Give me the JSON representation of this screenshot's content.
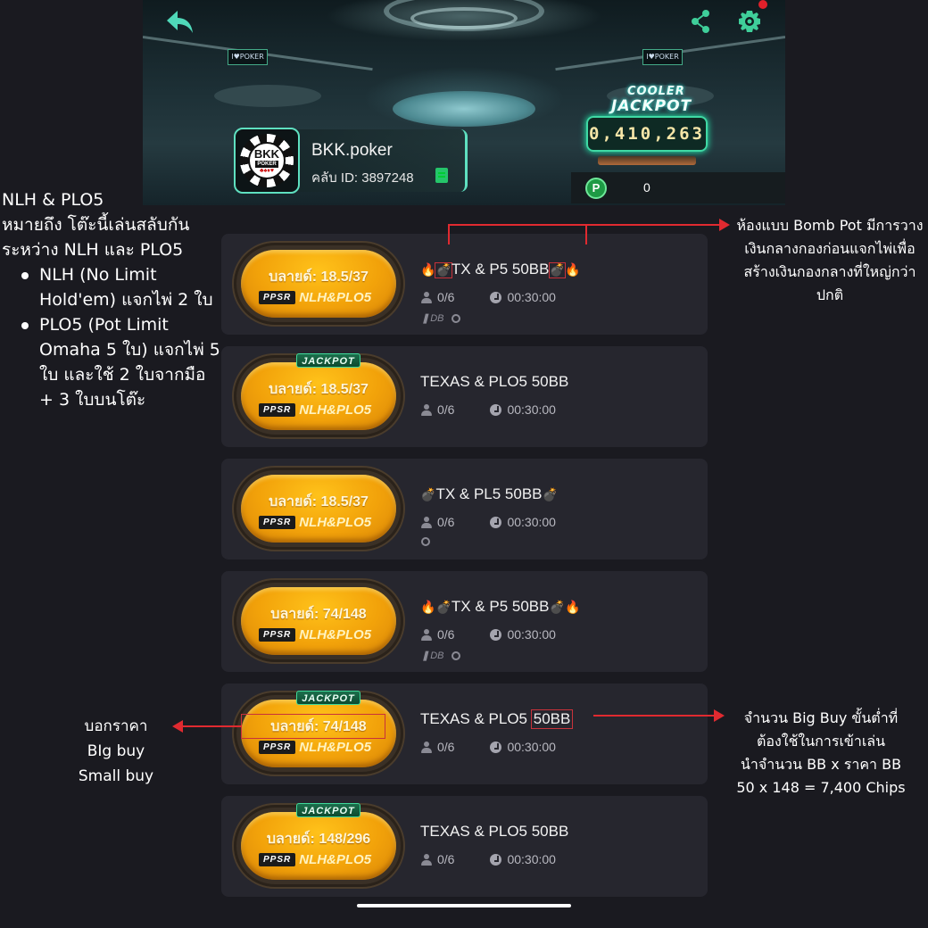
{
  "header": {
    "club_name": "BKK.poker",
    "club_id_label": "คลับ ID: 3897248",
    "logo": {
      "line1": "BKK",
      "line2": "POKER",
      "line3": "♣♠♦♥"
    },
    "jackpot": {
      "title1": "COOLER",
      "title2": "JACKPOT",
      "value": "0,410,263"
    },
    "points": {
      "icon": "P",
      "value": "0"
    },
    "icons": [
      "back-arrow-icon",
      "share-icon",
      "gear-icon"
    ]
  },
  "rooms": [
    {
      "title_prefix": "🔥",
      "title_bomb_l": "💣",
      "title": "TX & P5 50BB",
      "title_bomb_r": "💣",
      "title_suffix": "🔥",
      "jackpot": false,
      "blinds": "บลายด์: 18.5/37",
      "tag": "PPSR",
      "game_type": "NLH&PLO5",
      "players": "0/6",
      "time": "00:30:00",
      "flags": [
        "DB",
        "bomb"
      ]
    },
    {
      "title": "TEXAS & PLO5 50BB",
      "jackpot": true,
      "jackpot_label": "JACKPOT",
      "blinds": "บลายด์: 18.5/37",
      "tag": "PPSR",
      "game_type": "NLH&PLO5",
      "players": "0/6",
      "time": "00:30:00",
      "flags": []
    },
    {
      "title_bomb_l": "💣",
      "title": "TX & PL5 50BB",
      "title_bomb_r": "💣",
      "jackpot": false,
      "blinds": "บลายด์: 18.5/37",
      "tag": "PPSR",
      "game_type": "NLH&PLO5",
      "players": "0/6",
      "time": "00:30:00",
      "flags": [
        "bomb"
      ]
    },
    {
      "title_prefix": "🔥",
      "title_bomb_l": "💣",
      "title": "TX & P5 50BB",
      "title_bomb_r": "💣",
      "title_suffix": "🔥",
      "jackpot": false,
      "blinds": "บลายด์: 74/148",
      "tag": "PPSR",
      "game_type": "NLH&PLO5",
      "players": "0/6",
      "time": "00:30:00",
      "flags": [
        "DB",
        "bomb"
      ]
    },
    {
      "title_main": "TEXAS & PLO5 ",
      "title_bb": "50BB",
      "jackpot": true,
      "jackpot_label": "JACKPOT",
      "blinds": "บลายด์: 74/148",
      "tag": "PPSR",
      "game_type": "NLH&PLO5",
      "players": "0/6",
      "time": "00:30:00",
      "flags": []
    },
    {
      "title": "TEXAS & PLO5 50BB",
      "jackpot": true,
      "jackpot_label": "JACKPOT",
      "blinds": "บลายด์: 148/296",
      "tag": "PPSR",
      "game_type": "NLH&PLO5",
      "players": "0/6",
      "time": "00:30:00",
      "flags": []
    }
  ],
  "annotations": {
    "left": {
      "line1": "NLH & PLO5",
      "line2": "หมายถึง โต๊ะนี้เล่นสลับกัน",
      "line3": "ระหว่าง NLH และ PLO5",
      "bullets": [
        "NLH (No Limit Hold'em) แจกไพ่ 2 ใบ",
        "PLO5 (Pot Limit Omaha 5 ใบ) แจกไพ่ 5 ใบ และใช้ 2 ใบจากมือ + 3 ใบบนโต๊ะ"
      ]
    },
    "bomb_pot": "ห้องแบบ Bomb Pot มีการวางเงินกลางกองก่อนแจกไพ่เพื่อสร้างเงินกองกลางที่ใหญ่กว่าปกติ",
    "buy": {
      "line1": "บอกราคา",
      "line2": "BIg buy",
      "line3": "Small buy"
    },
    "big_buy": {
      "line1": "จำนวน Big Buy ขั้นต่ำที่",
      "line2": "ต้องใช้ในการเข้าเล่น",
      "line3": "นำจำนวน BB x ราคา BB",
      "line4": "50 x 148 = 7,400 Chips"
    },
    "accent_color": "#e02a30"
  },
  "colors": {
    "background": "#1a1a20",
    "card": "#26262e",
    "pill": "#f2a20a",
    "teal_accent": "#5fe0c0"
  }
}
